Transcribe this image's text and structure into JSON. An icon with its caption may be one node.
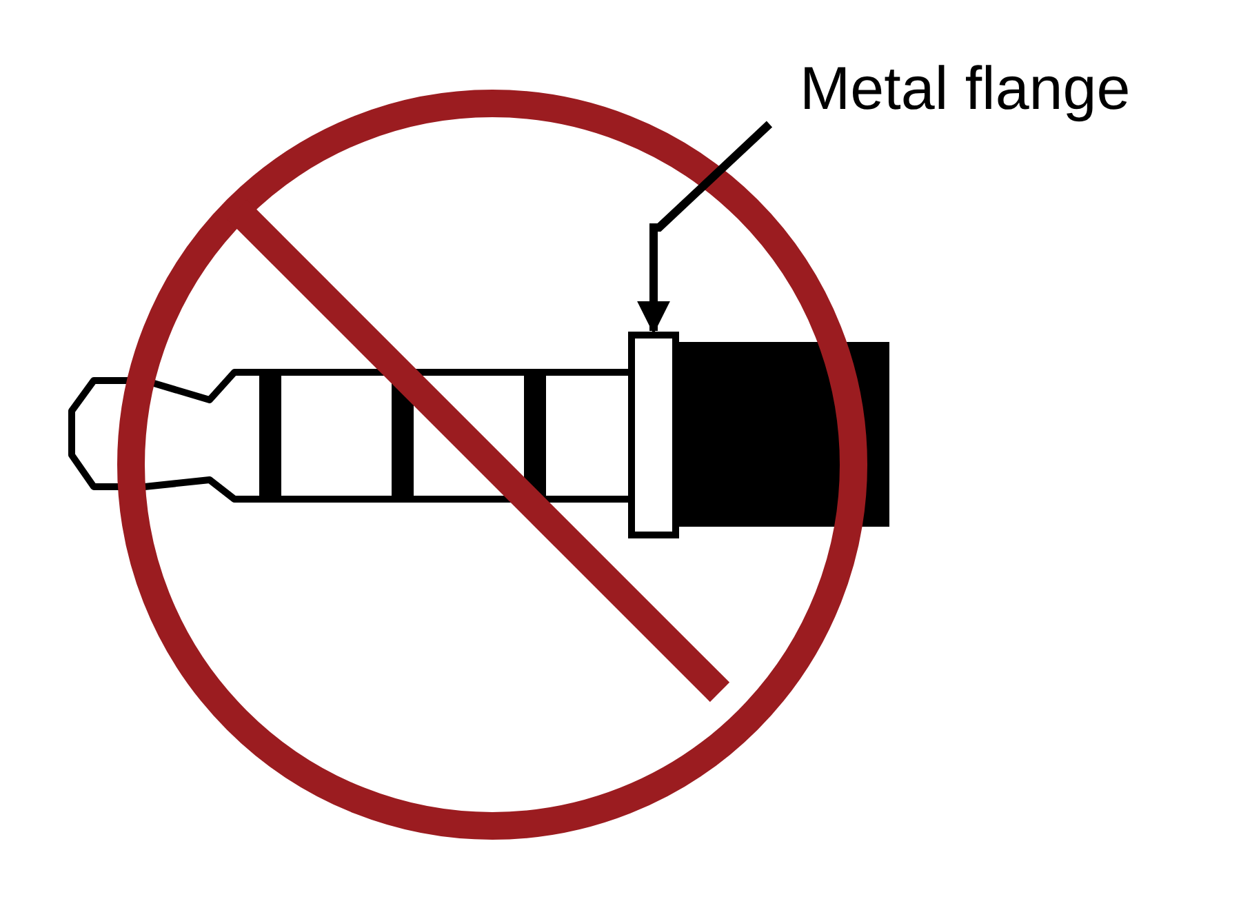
{
  "diagram": {
    "nodes": [
      {
        "text": [
          "Metal flange"
        ]
      },
      {
        "text": [],
        "shape": "box"
      }
    ],
    "edges": [
      {
        "from": 0,
        "to": 1,
        "arrow": "to"
      }
    ]
  }
}
